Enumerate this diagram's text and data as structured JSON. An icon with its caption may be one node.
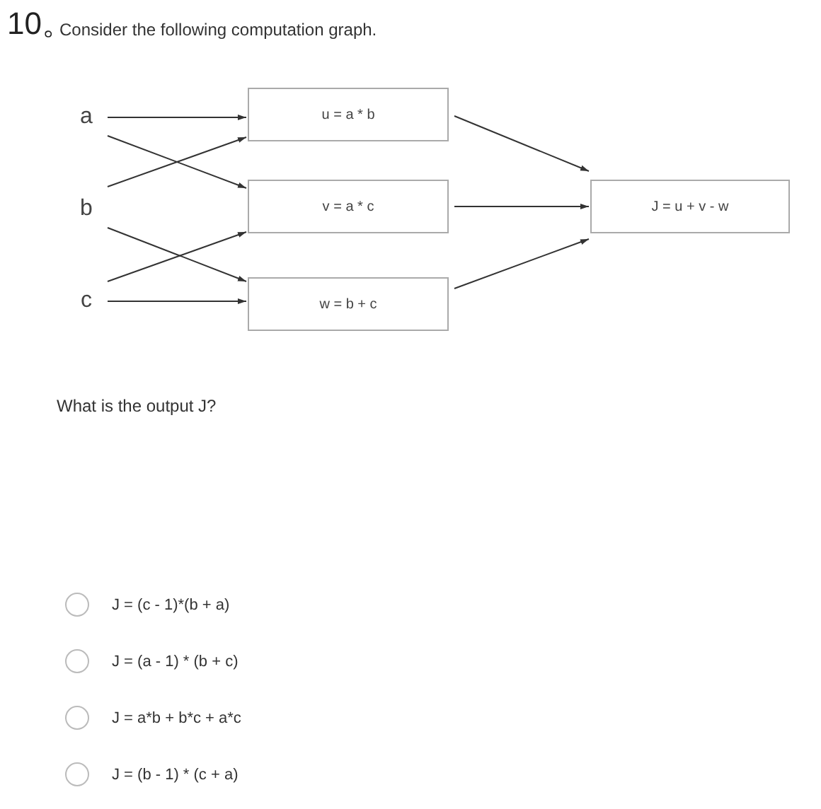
{
  "diagram": {
    "nodes": [
      {
        "text": [
          "a"
        ]
      },
      {
        "text": [
          "b"
        ]
      },
      {
        "text": [
          "c"
        ]
      },
      {
        "text": [
          "u = a * b"
        ]
      },
      {
        "text": [
          "v = a * c"
        ]
      },
      {
        "text": [
          "w = b + c"
        ]
      },
      {
        "text": [
          "J = u + v - w"
        ]
      }
    ],
    "edges": [
      {
        "from": 0,
        "to": 3,
        "arrow": "to"
      },
      {
        "from": 0,
        "to": 4,
        "arrow": "to"
      },
      {
        "from": 1,
        "to": 3,
        "arrow": "to"
      },
      {
        "from": 1,
        "to": 5,
        "arrow": "to"
      },
      {
        "from": 2,
        "to": 4,
        "arrow": "to"
      },
      {
        "from": 2,
        "to": 5,
        "arrow": "to"
      },
      {
        "from": 3,
        "to": 6,
        "arrow": "to"
      },
      {
        "from": 4,
        "to": 6,
        "arrow": "to"
      },
      {
        "from": 5,
        "to": 6,
        "arrow": "to"
      }
    ],
    "labels": [
      "10。",
      "Consider the following computation graph.",
      "What is the output J?",
      "J = (c - 1)*(b + a)",
      "J = (a - 1) * (b + c)",
      "J = a*b + b*c + a*c",
      "J = (b - 1) * (c + a)"
    ]
  }
}
